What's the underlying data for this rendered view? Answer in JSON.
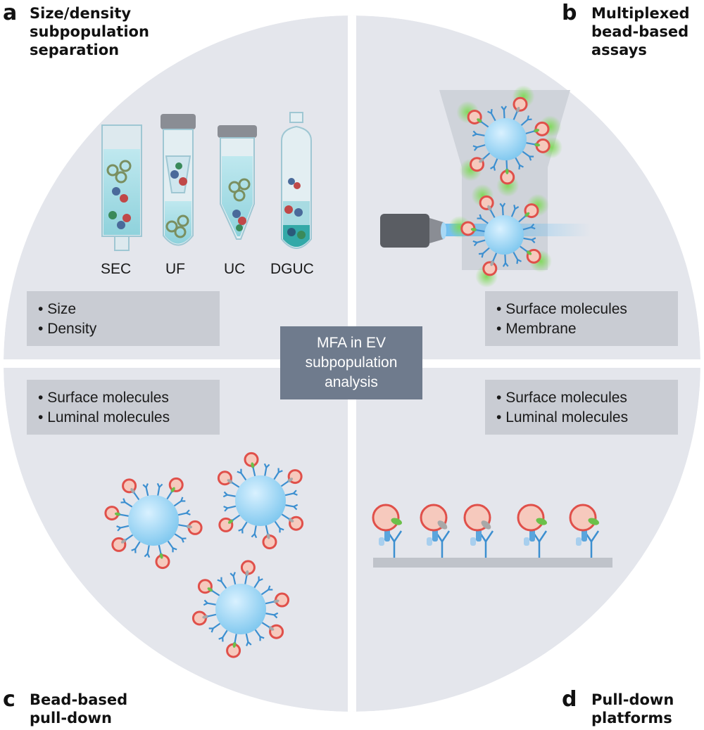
{
  "panels": {
    "a": {
      "letter": "a",
      "title": [
        "Size/density",
        "subpopulation",
        "separation"
      ],
      "tube_labels": [
        "SEC",
        "UF",
        "UC",
        "DGUC"
      ],
      "bullets": [
        "Size",
        "Density"
      ]
    },
    "b": {
      "letter": "b",
      "title": [
        "Multiplexed",
        "bead-based",
        "assays"
      ],
      "bullets": [
        "Surface molecules",
        "Membrane"
      ]
    },
    "c": {
      "letter": "c",
      "title": [
        "Bead-based",
        "pull-down"
      ],
      "bullets": [
        "Surface molecules",
        "Luminal molecules"
      ]
    },
    "d": {
      "letter": "d",
      "title": [
        "Pull-down",
        "platforms"
      ],
      "bullets": [
        "Surface molecules",
        "Luminal molecules"
      ]
    }
  },
  "center": {
    "lines": [
      "MFA in EV",
      "subpopulation",
      "analysis"
    ]
  },
  "colors": {
    "quadrant_fill": "#e4e6ec",
    "bullet_box": "#c9ccd3",
    "center_box": "#6f7b8d",
    "bead_blue": "#8fd0f0",
    "antibody_blue": "#3c8fd0",
    "ev_red": "#e0504a",
    "ev_fill": "#f6c9bd",
    "marker_green": "#6cc04a",
    "marker_grey": "#a8a8a8"
  }
}
